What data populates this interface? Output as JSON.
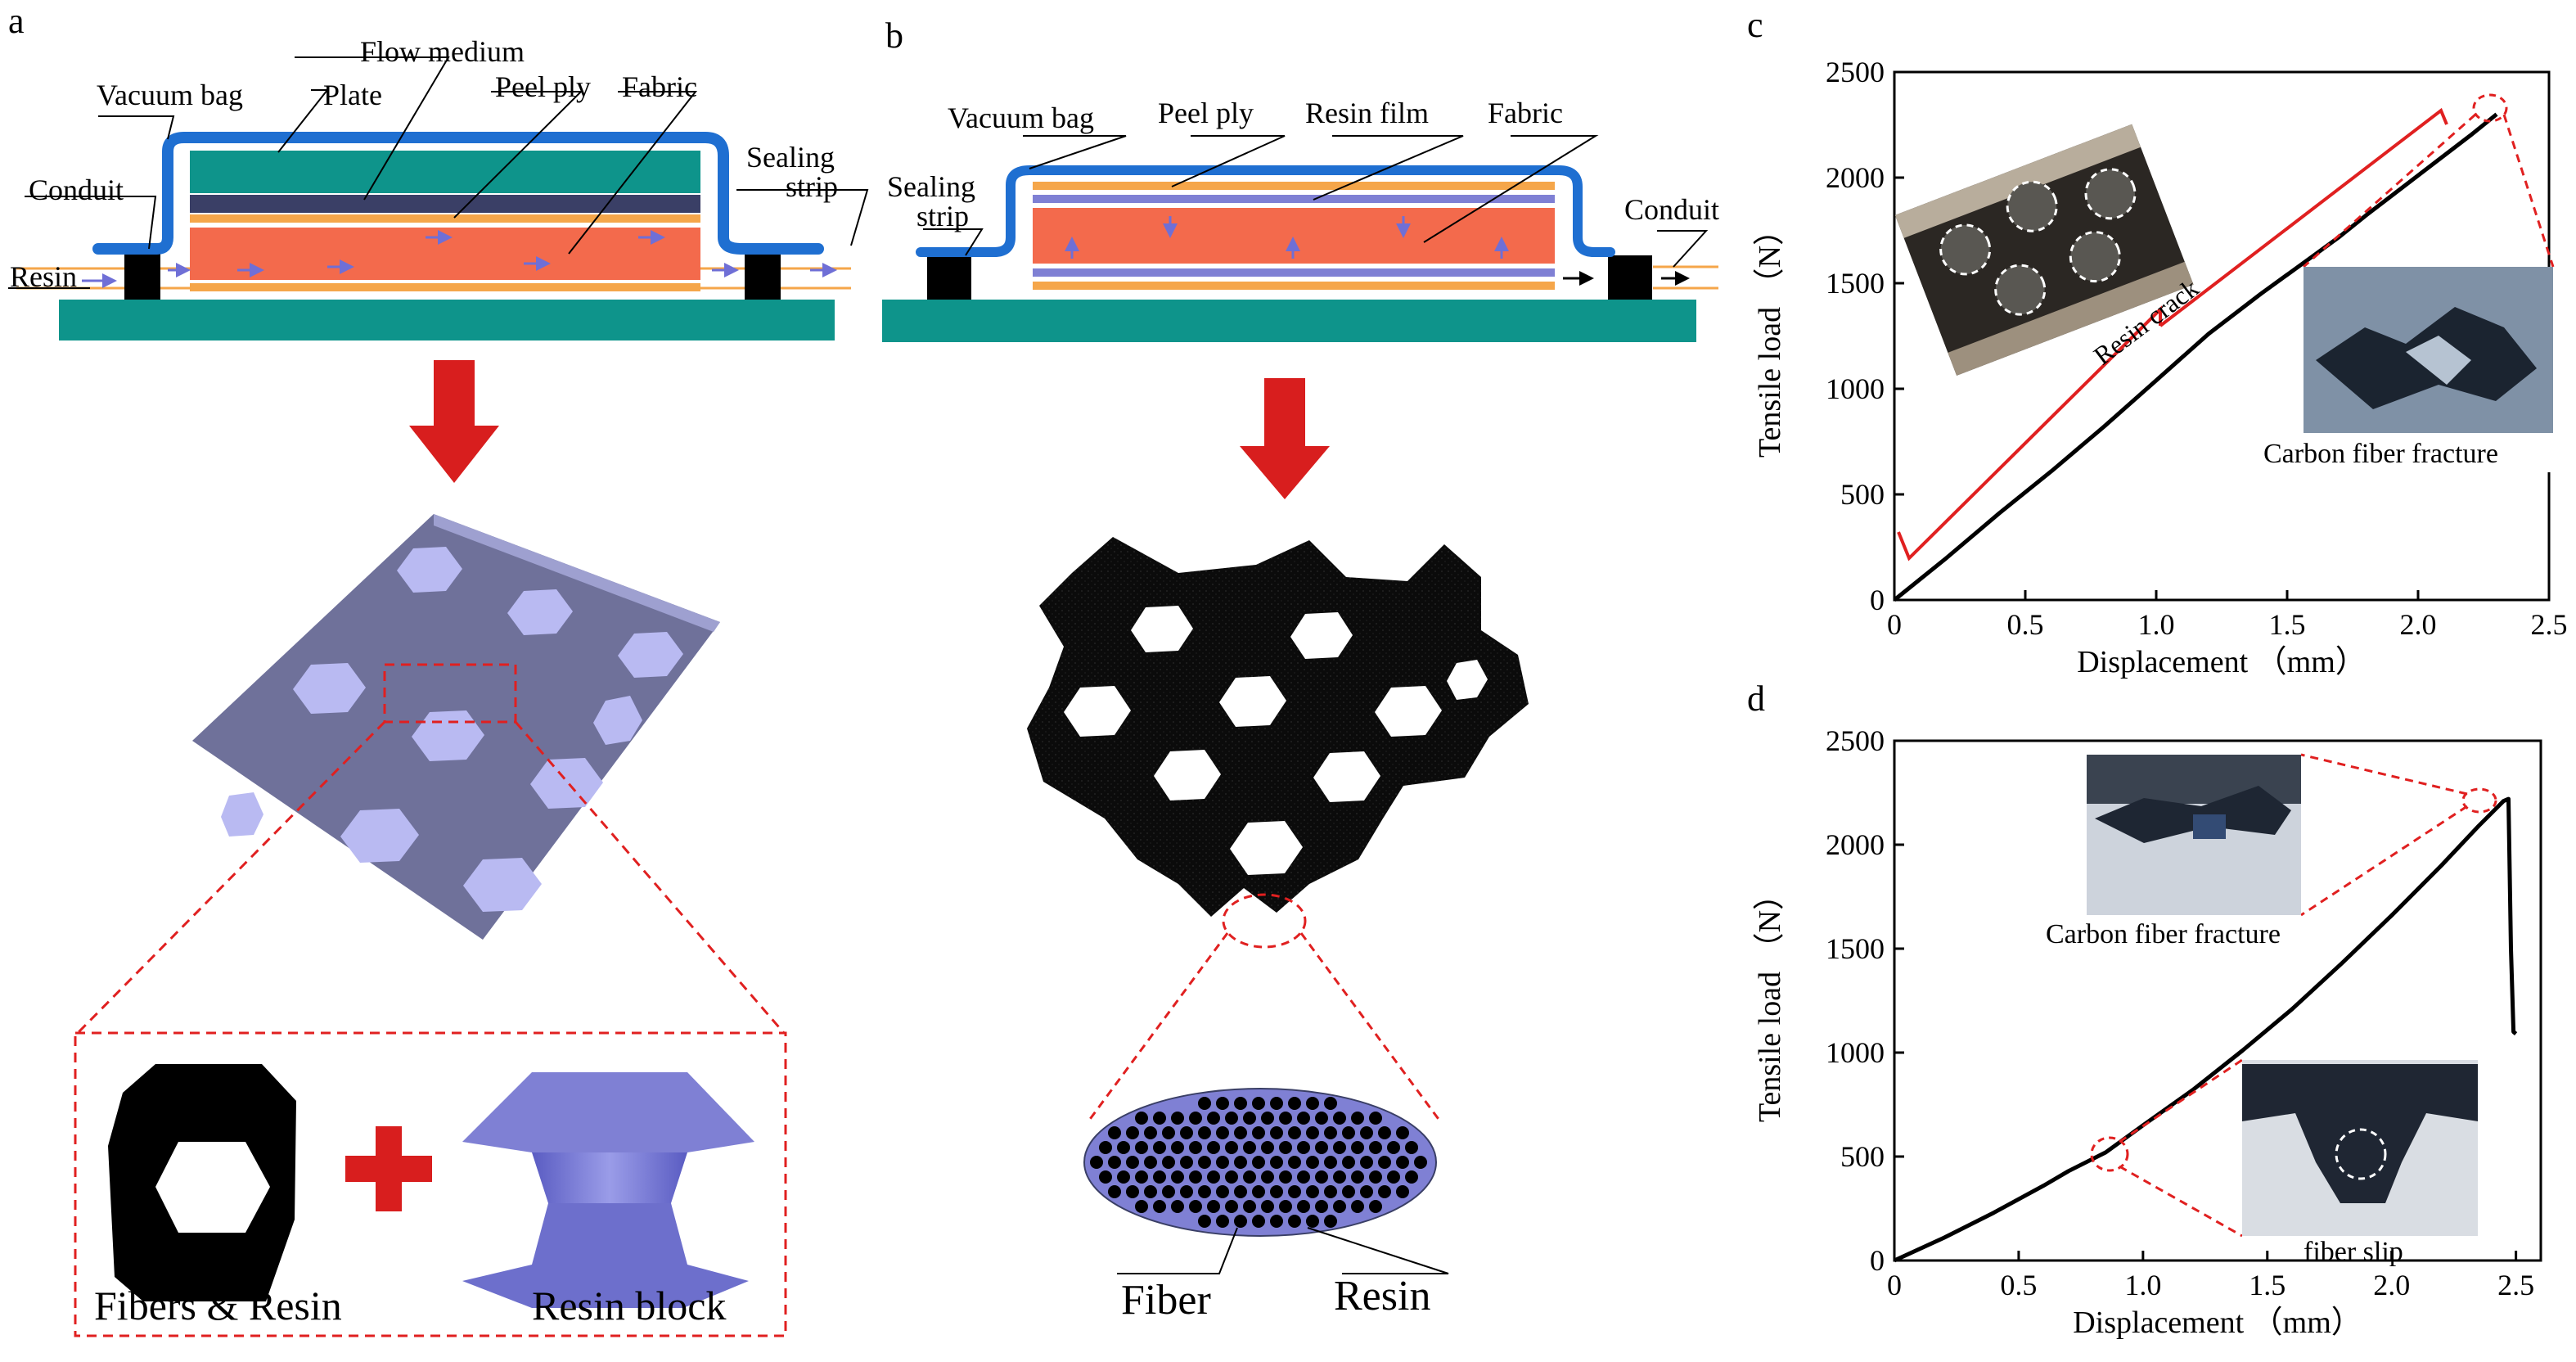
{
  "panels": {
    "a": {
      "letter": "a",
      "labels": {
        "flow_medium": "Flow medium",
        "vacuum_bag": "Vacuum bag",
        "plate": "Plate",
        "peel_ply": "Peel ply",
        "fabric": "Fabric",
        "sealing": "Sealing",
        "strip": "strip",
        "conduit": "Conduit",
        "resin": "Resin"
      },
      "detail": {
        "left": "Fibers & Resin",
        "right": "Resin block"
      }
    },
    "b": {
      "letter": "b",
      "labels": {
        "vacuum_bag": "Vacuum bag",
        "peel_ply": "Peel ply",
        "resin_film": "Resin film",
        "fabric": "Fabric",
        "sealing": "Sealing",
        "strip": "strip",
        "conduit": "Conduit"
      },
      "detail": {
        "fiber": "Fiber",
        "resin": "Resin"
      }
    },
    "c": {
      "letter": "c",
      "inset_labels": {
        "resin_crack": "Resin crack",
        "carbon_fiber_fracture": "Carbon fiber fracture"
      }
    },
    "d": {
      "letter": "d",
      "inset_labels": {
        "carbon_fiber_fracture": "Carbon fiber fracture",
        "fiber_slip": "fiber slip"
      }
    }
  },
  "chart_data": [
    {
      "panel": "c",
      "type": "line",
      "xlabel": "Displacement （mm）",
      "ylabel": "Tensile load （N）",
      "xlim": [
        0,
        2.5
      ],
      "ylim": [
        0,
        2500
      ],
      "xticks": [
        "0",
        "0.5",
        "1.0",
        "1.5",
        "2.0",
        "2.5"
      ],
      "yticks": [
        "0",
        "500",
        "1000",
        "1500",
        "2000",
        "2500"
      ],
      "series": [
        {
          "x": [
            0,
            0.2,
            0.4,
            0.6,
            0.8,
            1.0,
            1.1,
            1.2,
            1.4,
            1.5,
            1.6,
            1.7,
            1.8,
            2.0,
            2.2,
            2.3
          ],
          "y": [
            0,
            200,
            410,
            610,
            820,
            1040,
            1150,
            1260,
            1450,
            1540,
            1630,
            1720,
            1820,
            2010,
            2200,
            2300
          ]
        }
      ]
    },
    {
      "panel": "d",
      "type": "line",
      "xlabel": "Displacement （mm）",
      "ylabel": "Tensile load （N）",
      "xlim": [
        0,
        2.6
      ],
      "ylim": [
        0,
        2500
      ],
      "xticks": [
        "0",
        "0.5",
        "1.0",
        "1.5",
        "2.0",
        "2.5"
      ],
      "yticks": [
        "0",
        "500",
        "1000",
        "1500",
        "2000",
        "2500"
      ],
      "series": [
        {
          "x": [
            0,
            0.2,
            0.4,
            0.6,
            0.7,
            0.85,
            1.0,
            1.2,
            1.4,
            1.6,
            1.8,
            2.0,
            2.2,
            2.35,
            2.45,
            2.47,
            2.48,
            2.49,
            2.5
          ],
          "y": [
            0,
            110,
            230,
            360,
            430,
            520,
            650,
            820,
            1010,
            1210,
            1430,
            1660,
            1900,
            2090,
            2210,
            2220,
            1500,
            1100,
            1090
          ]
        }
      ]
    }
  ]
}
